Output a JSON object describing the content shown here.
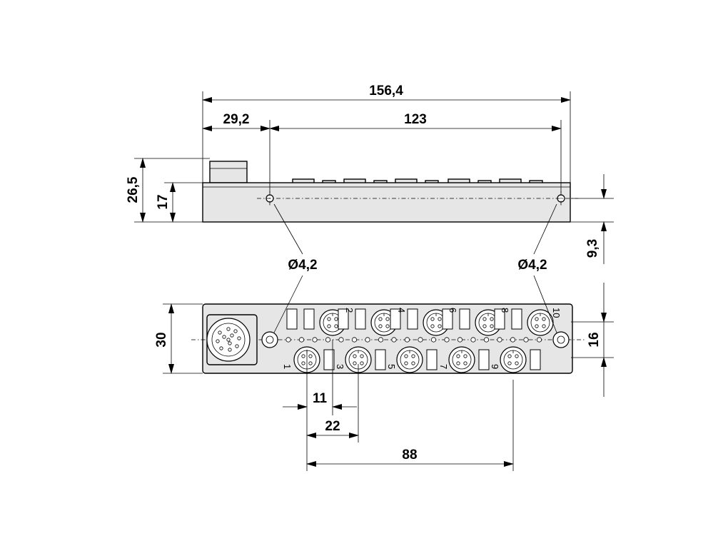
{
  "dimensions": {
    "overall_length": "156,4",
    "connector_offset": "29,2",
    "hole_spacing": "123",
    "total_height": "26,5",
    "body_height": "17",
    "hole_height": "9,3",
    "hole_diameter_left": "Ø4,2",
    "hole_diameter_right": "Ø4,2",
    "width": "30",
    "hole_row_spacing": "16",
    "port_pitch_half": "11",
    "port_pitch": "22",
    "port_span": "88"
  },
  "ports": {
    "top": [
      "2",
      "4",
      "6",
      "8",
      "10"
    ],
    "bottom": [
      "1",
      "3",
      "5",
      "7",
      "9"
    ]
  }
}
